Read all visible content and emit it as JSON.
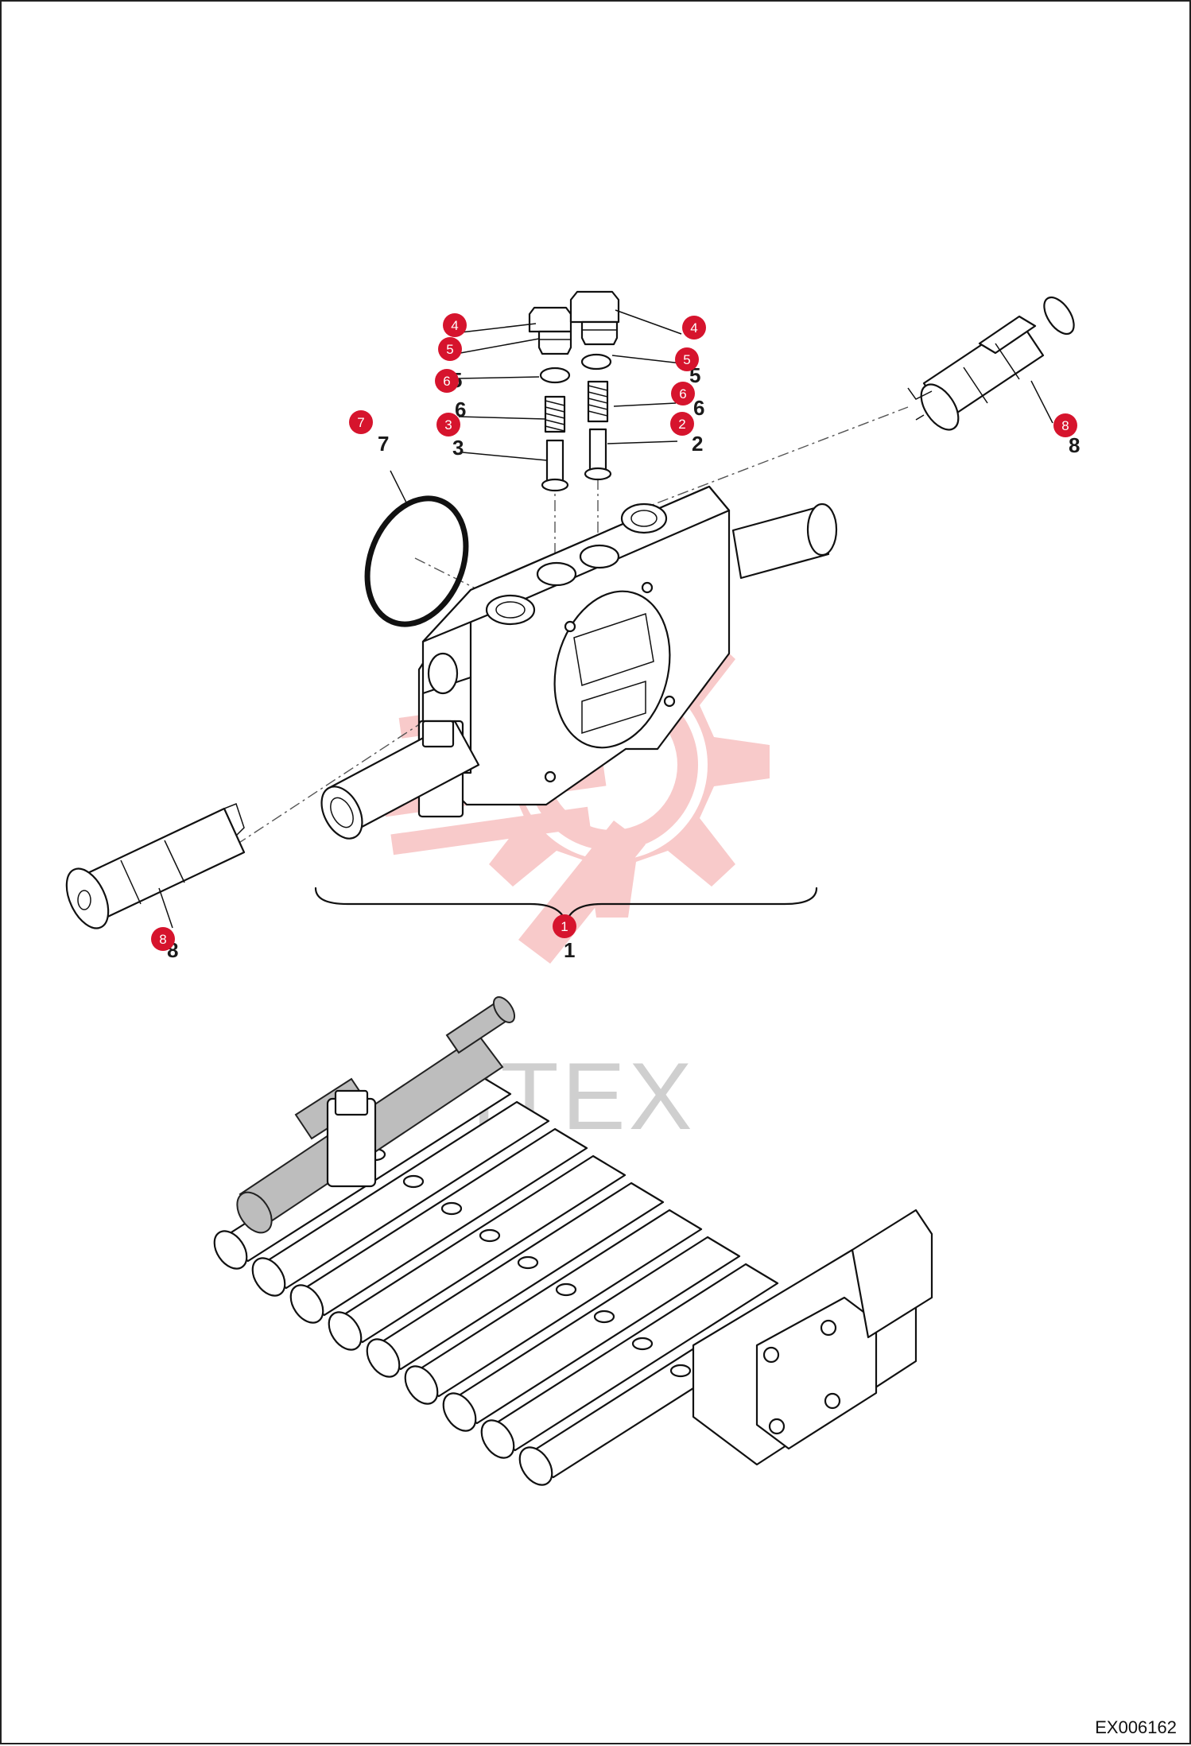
{
  "watermark": {
    "text": "ITEX",
    "color": "#f3a0a0"
  },
  "badge_color": "#d6142d",
  "callouts": [
    {
      "id": "callout-1",
      "number": "1",
      "label": "1"
    },
    {
      "id": "callout-2",
      "number": "2",
      "label": "2",
      "label_ghost": "6"
    },
    {
      "id": "callout-3",
      "number": "3",
      "label": "3",
      "label_ghost": "6"
    },
    {
      "id": "callout-4-left",
      "number": "4"
    },
    {
      "id": "callout-4-right",
      "number": "4"
    },
    {
      "id": "callout-5-left",
      "number": "5",
      "label_ghost": "5"
    },
    {
      "id": "callout-5-right",
      "number": "5",
      "label_ghost": "5"
    },
    {
      "id": "callout-6-left",
      "number": "6",
      "label_ghost": "6"
    },
    {
      "id": "callout-6-right",
      "number": "6",
      "label_ghost": "6"
    },
    {
      "id": "callout-7",
      "number": "7",
      "label": "7"
    },
    {
      "id": "callout-8-left",
      "number": "8",
      "label": "8"
    },
    {
      "id": "callout-8-right",
      "number": "8",
      "label": "8"
    }
  ],
  "reference_code": "EX006162"
}
